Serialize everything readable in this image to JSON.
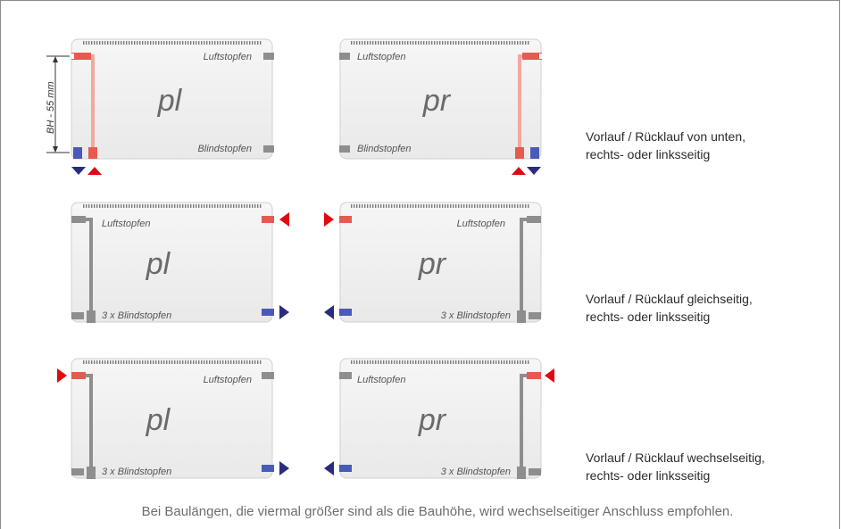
{
  "colors": {
    "flow": "#e30613",
    "return": "#2a2c7c",
    "pipe": "#8e8e8e",
    "panel_fill": "#f1f1f1",
    "panel_stroke": "#d0d0d0",
    "flow_pipe": "#f2a8a0"
  },
  "labels": {
    "air_plug": "Luftstopfen",
    "blind_plug": "Blindstopfen",
    "triple_blind_plug": "3 x Blindstopfen",
    "variant_left": "pl",
    "variant_right": "pr",
    "dimension": "BH - 55 mm"
  },
  "rows": [
    {
      "description": {
        "line1": "Vorlauf / Rücklauf von unten,",
        "line2": "rechts- oder linksseitig"
      }
    },
    {
      "description": {
        "line1": "Vorlauf / Rücklauf gleichseitig,",
        "line2": "rechts- oder linksseitig"
      }
    },
    {
      "description": {
        "line1": "Vorlauf / Rücklauf wechselseitig,",
        "line2": "rechts- oder linksseitig"
      }
    }
  ],
  "footer": {
    "note": "Bei Baulängen, die viermal größer sind als die Bauhöhe, wird wechselseitiger Anschluss empfohlen."
  }
}
